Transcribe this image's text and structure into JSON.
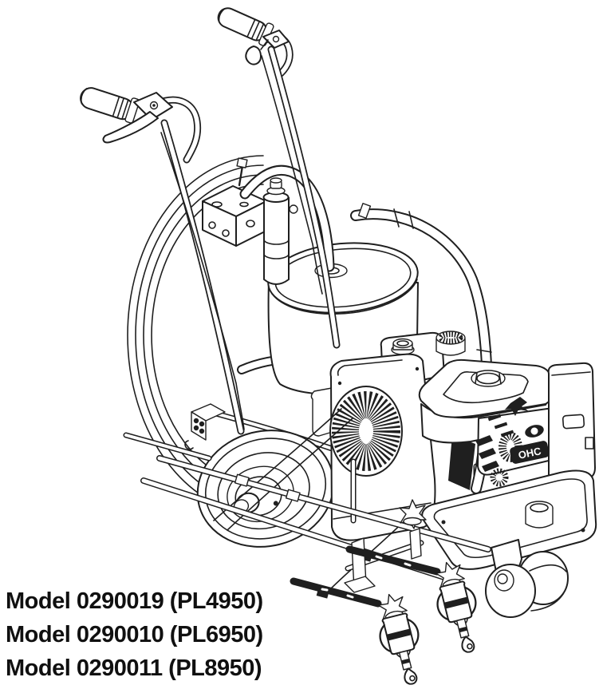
{
  "figure": {
    "subject": "Gas-powered airless line striper machine, isometric technical line drawing",
    "engine_badge": "OHC",
    "line_color": "#1f1f1f",
    "background_color": "#ffffff",
    "text_color": "#101010",
    "components": [
      "left handlebar with trigger lever",
      "right handlebar with latch loop",
      "coiled airless hose",
      "paint hopper with suction tube",
      "pump and fluid manifold",
      "filter caps",
      "engine blower fan shroud",
      "fuel tank with filler cap",
      "engine head with OHC badge",
      "air cleaner box",
      "rear wheel",
      "frame platform",
      "front caster wheel",
      "gun carriage cross bars",
      "two airless spray guns",
      "stand legs"
    ]
  },
  "models": [
    {
      "label": "Model 0290019 (PL4950)",
      "model_number": "0290019",
      "code": "PL4950"
    },
    {
      "label": "Model 0290010 (PL6950)",
      "model_number": "0290010",
      "code": "PL6950"
    },
    {
      "label": "Model 0290011 (PL8950)",
      "model_number": "0290011",
      "code": "PL8950"
    }
  ]
}
